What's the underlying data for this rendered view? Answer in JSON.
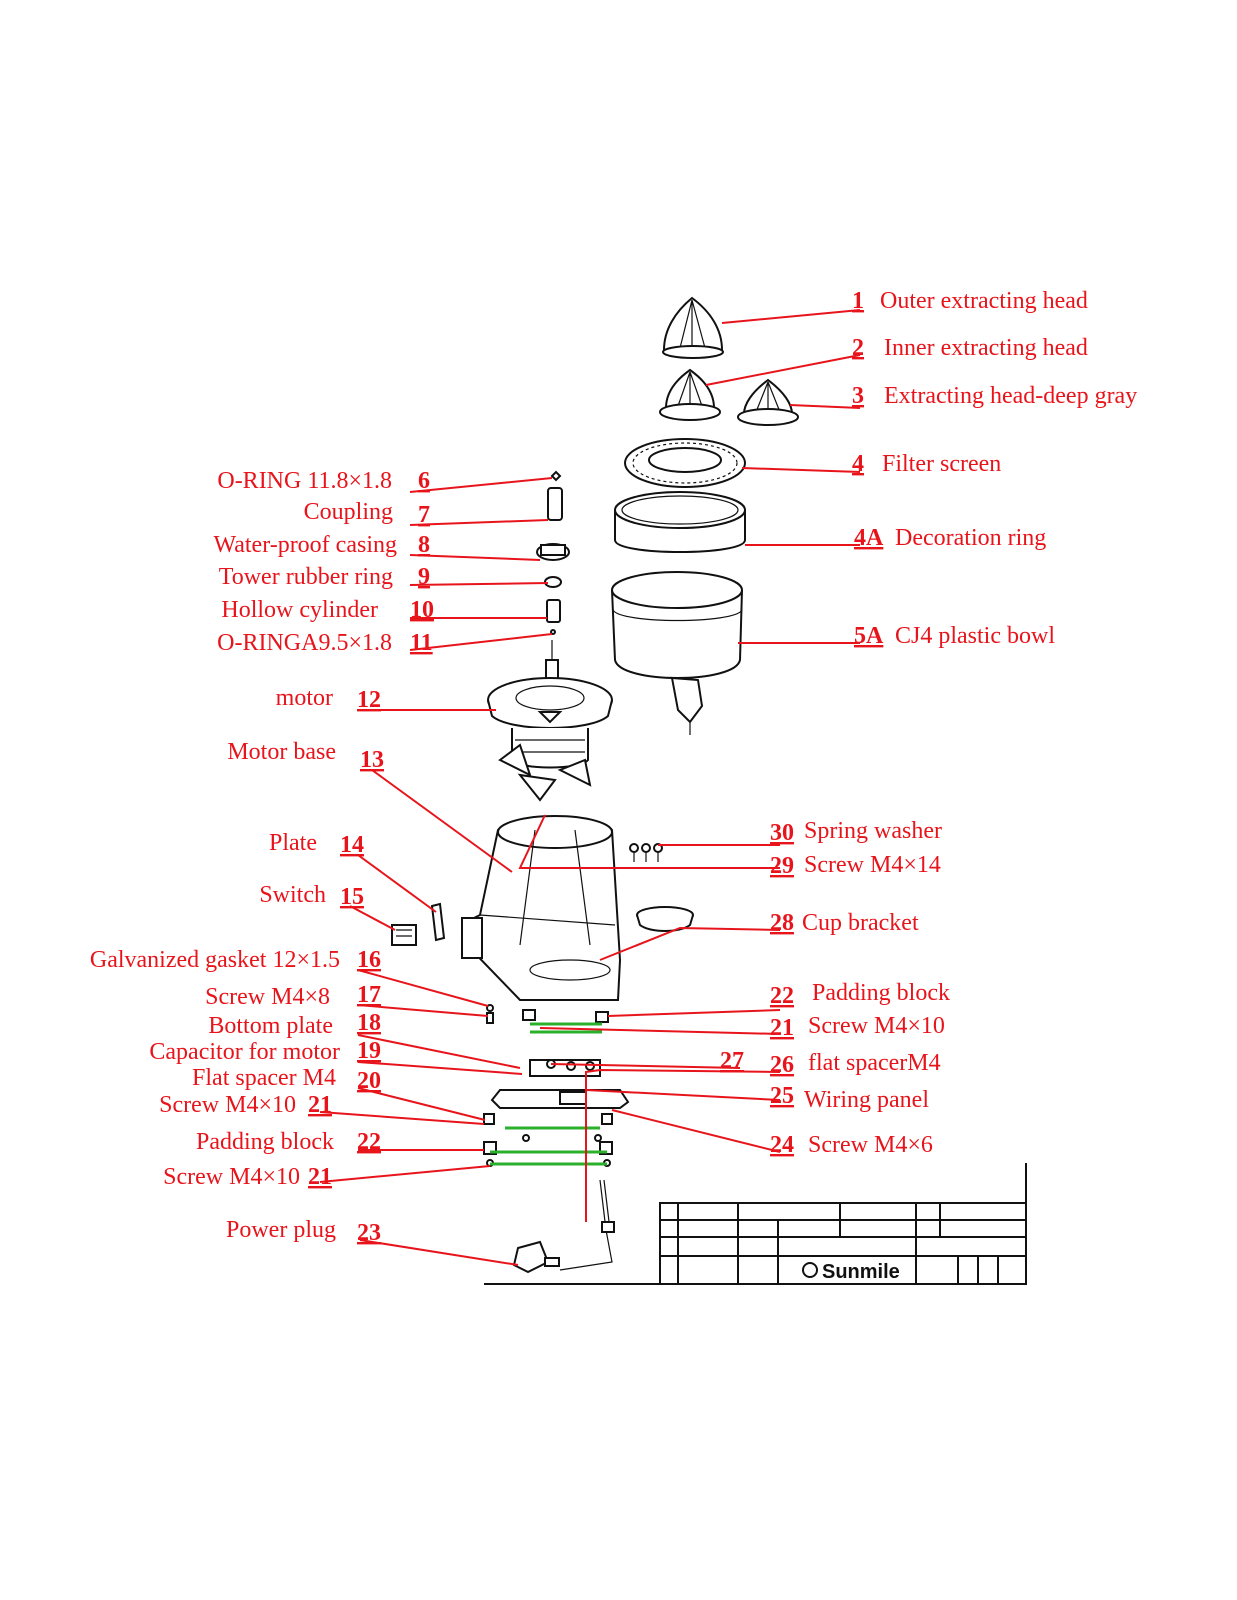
{
  "callouts": [
    {
      "id": "c1",
      "num": "1",
      "label": "Outer extracting head"
    },
    {
      "id": "c2",
      "num": "2",
      "label": "Inner extracting head"
    },
    {
      "id": "c3",
      "num": "3",
      "label": "Extracting head-deep gray"
    },
    {
      "id": "c4",
      "num": "4",
      "label": "Filter screen"
    },
    {
      "id": "c4a",
      "num": "4A",
      "label": "Decoration ring"
    },
    {
      "id": "c5a",
      "num": "5A",
      "label": "CJ4 plastic bowl"
    },
    {
      "id": "c6",
      "num": "6",
      "label": "O-RING 11.8×1.8"
    },
    {
      "id": "c7",
      "num": "7",
      "label": "Coupling"
    },
    {
      "id": "c8",
      "num": "8",
      "label": "Water-proof casing"
    },
    {
      "id": "c9",
      "num": "9",
      "label": "Tower rubber ring"
    },
    {
      "id": "c10",
      "num": "10",
      "label": "Hollow cylinder"
    },
    {
      "id": "c11",
      "num": "11",
      "label": "O-RINGA9.5×1.8"
    },
    {
      "id": "c12",
      "num": "12",
      "label": "motor"
    },
    {
      "id": "c13",
      "num": "13",
      "label": "Motor base"
    },
    {
      "id": "c14",
      "num": "14",
      "label": "Plate"
    },
    {
      "id": "c15",
      "num": "15",
      "label": "Switch"
    },
    {
      "id": "c16",
      "num": "16",
      "label": "Galvanized gasket 12×1.5"
    },
    {
      "id": "c17",
      "num": "17",
      "label": "Screw M4×8"
    },
    {
      "id": "c18",
      "num": "18",
      "label": "Bottom plate"
    },
    {
      "id": "c19",
      "num": "19",
      "label": "Capacitor for motor"
    },
    {
      "id": "c20",
      "num": "20",
      "label": "Flat spacer M4"
    },
    {
      "id": "c21l",
      "num": "21",
      "label": "Screw M4×10"
    },
    {
      "id": "c22l",
      "num": "22",
      "label": "Padding block"
    },
    {
      "id": "c21b",
      "num": "21",
      "label": "Screw M4×10"
    },
    {
      "id": "c23",
      "num": "23",
      "label": "Power plug"
    },
    {
      "id": "c30",
      "num": "30",
      "label": "Spring washer"
    },
    {
      "id": "c29",
      "num": "29",
      "label": "Screw M4×14"
    },
    {
      "id": "c28",
      "num": "28",
      "label": "Cup  bracket"
    },
    {
      "id": "c22r",
      "num": "22",
      "label": "Padding block"
    },
    {
      "id": "c21r",
      "num": "21",
      "label": "Screw M4×10"
    },
    {
      "id": "c27",
      "num": "27",
      "label": ""
    },
    {
      "id": "c26",
      "num": "26",
      "label": "flat spacerM4"
    },
    {
      "id": "c25",
      "num": "25",
      "label": "Wiring panel"
    },
    {
      "id": "c24",
      "num": "24",
      "label": "Screw M4×6"
    }
  ],
  "title_block": {
    "brand": "Sunmile"
  },
  "colors": {
    "callout_red": "#e8141b",
    "fastener_green": "#2bb02b",
    "line_black": "#111111"
  }
}
